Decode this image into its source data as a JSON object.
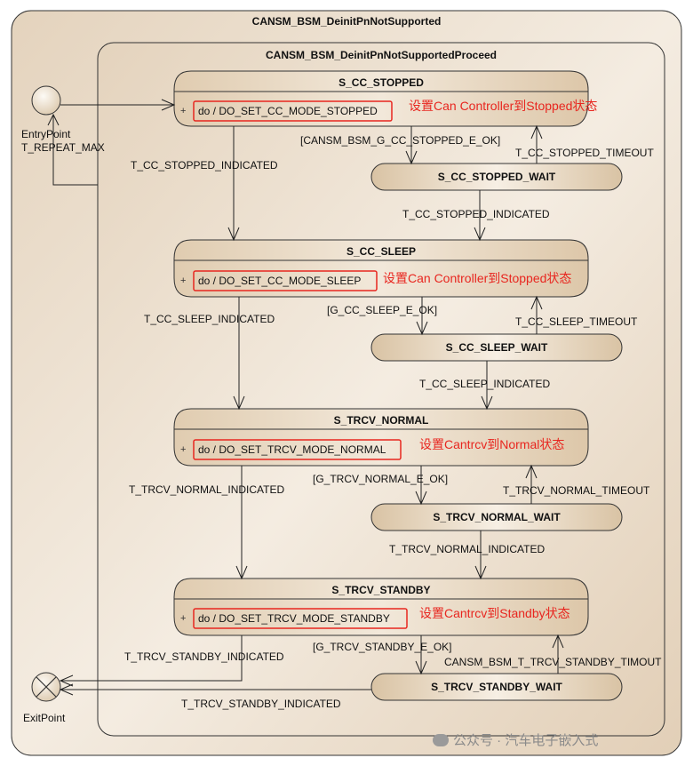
{
  "outer_state": {
    "title": "CANSM_BSM_DeinitPnNotSupported"
  },
  "inner_state": {
    "title": "CANSM_BSM_DeinitPnNotSupportedProceed"
  },
  "entry": {
    "label": "EntryPoint",
    "repeat_label": "T_REPEAT_MAX"
  },
  "exit": {
    "label": "ExitPoint"
  },
  "states": {
    "stopped": {
      "title": "S_CC_STOPPED",
      "activity": "do / DO_SET_CC_MODE_STOPPED",
      "note": "设置Can  Controller到Stopped状态"
    },
    "stopped_wait": {
      "title": "S_CC_STOPPED_WAIT"
    },
    "sleep": {
      "title": "S_CC_SLEEP",
      "activity": "do / DO_SET_CC_MODE_SLEEP",
      "note": "设置Can  Controller到Stopped状态"
    },
    "sleep_wait": {
      "title": "S_CC_SLEEP_WAIT"
    },
    "normal": {
      "title": "S_TRCV_NORMAL",
      "activity": "do / DO_SET_TRCV_MODE_NORMAL",
      "note": "设置Cantrcv到Normal状态"
    },
    "normal_wait": {
      "title": "S_TRCV_NORMAL_WAIT"
    },
    "standby": {
      "title": "S_TRCV_STANDBY",
      "activity": "do / DO_SET_TRCV_MODE_STANDBY",
      "note": "设置Cantrcv到Standby状态"
    },
    "standby_wait": {
      "title": "S_TRCV_STANDBY_WAIT"
    }
  },
  "transitions": {
    "stopped_ok": "[CANSM_BSM_G_CC_STOPPED_E_OK]",
    "stopped_timeout": "T_CC_STOPPED_TIMEOUT",
    "stopped_indicated_left": "T_CC_STOPPED_INDICATED",
    "stopped_indicated_wait": "T_CC_STOPPED_INDICATED",
    "sleep_ok": "[G_CC_SLEEP_E_OK]",
    "sleep_timeout": "T_CC_SLEEP_TIMEOUT",
    "sleep_indicated_left": "T_CC_SLEEP_INDICATED",
    "sleep_indicated_wait": "T_CC_SLEEP_INDICATED",
    "normal_ok": "[G_TRCV_NORMAL_E_OK]",
    "normal_timeout": "T_TRCV_NORMAL_TIMEOUT",
    "normal_indicated_left": "T_TRCV_NORMAL_INDICATED",
    "normal_indicated_wait": "T_TRCV_NORMAL_INDICATED",
    "standby_ok": "[G_TRCV_STANDBY_E_OK]",
    "standby_timeout": "CANSM_BSM_T_TRCV_STANDBY_TIMOUT",
    "standby_indicated_left": "T_TRCV_STANDBY_INDICATED",
    "standby_indicated_wait": "T_TRCV_STANDBY_INDICATED"
  },
  "plus_symbol": "+",
  "watermark": "公众号 · 汽车电子嵌入式",
  "colors": {
    "highlight_box": "#e8261f",
    "note_text": "#e8261f",
    "state_fill": "#ecdcc4",
    "frame_fill": "#ede0cf"
  }
}
